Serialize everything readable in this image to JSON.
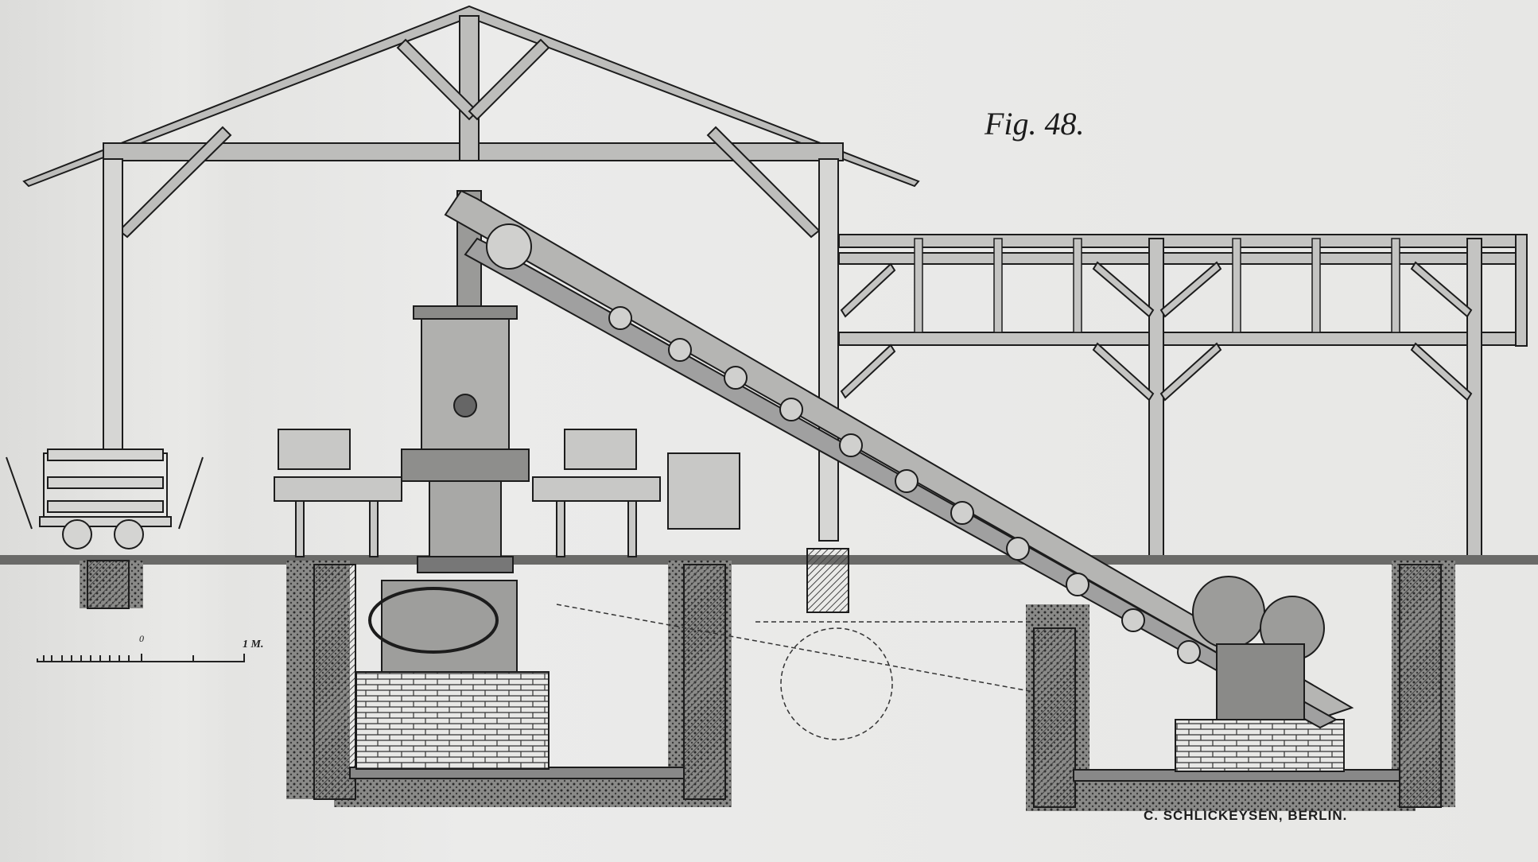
{
  "figure": {
    "title": "Fig. 48.",
    "credit": "C. SCHLICKEYSEN, BERLIN.",
    "scale_bar": {
      "zero_label": "0",
      "unit_label": "1 M."
    }
  },
  "colors": {
    "paper": "#e6e6e4",
    "ink": "#1c1c1c",
    "hatch": "#555555"
  }
}
